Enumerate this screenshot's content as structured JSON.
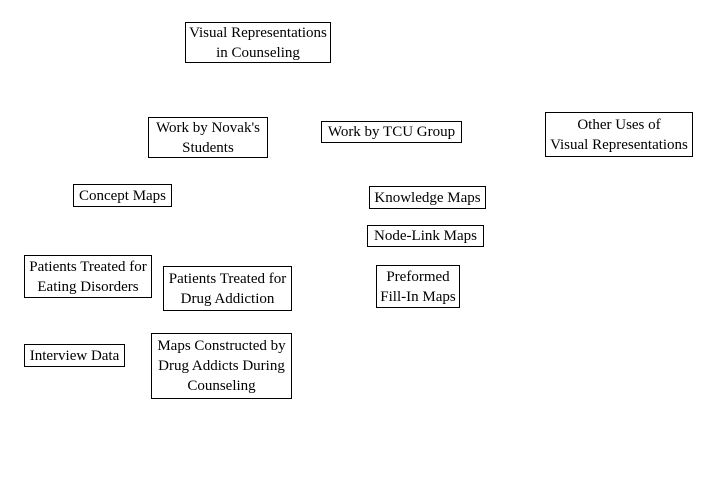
{
  "diagram": {
    "background_color": "#ffffff",
    "node_border_color": "#000000",
    "node_text_color": "#000000",
    "nodes": [
      {
        "label": "Visual Representations\nin Counseling"
      },
      {
        "label": "Work by Novak's\nStudents"
      },
      {
        "label": "Work by TCU Group"
      },
      {
        "label": "Other Uses of\nVisual Representations"
      },
      {
        "label": "Concept Maps"
      },
      {
        "label": "Knowledge Maps"
      },
      {
        "label": "Node-Link Maps"
      },
      {
        "label": "Patients Treated for\nEating Disorders"
      },
      {
        "label": "Patients Treated for\nDrug Addiction"
      },
      {
        "label": "Preformed\nFill-In Maps"
      },
      {
        "label": "Interview Data"
      },
      {
        "label": "Maps Constructed by\nDrug Addicts During\nCounseling"
      }
    ]
  }
}
